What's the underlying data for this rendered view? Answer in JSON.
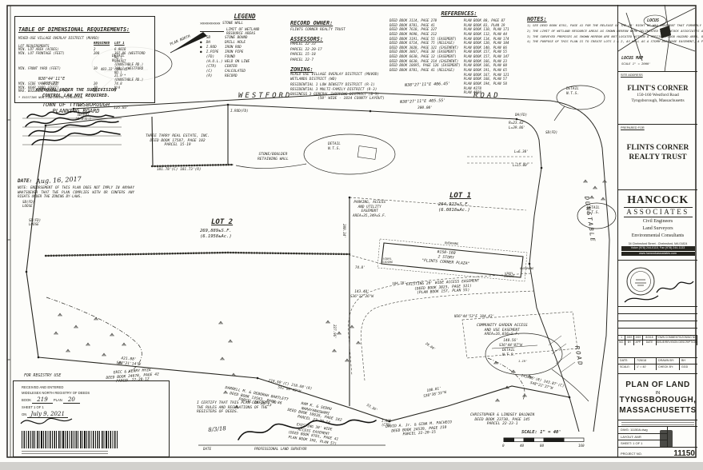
{
  "dim_table": {
    "title": "TABLE OF DIMENSIONAL REQUIREMENTS:",
    "subtitle": "MIXED-USE VILLAGE OVERLAY DISTRICT (MUVOD)",
    "col_required": "REQUIRED",
    "col_lot1": "LOT 1",
    "rows": [
      [
        "LOT REQUIREMENTS",
        "",
        ""
      ],
      [
        "MIN. LOT AREA (ACRES)",
        "2",
        "6.0818"
      ],
      [
        "MIN. LOT FRONTAGE (FEET)",
        "200",
        "397.06 (WESTFORD RD.)"
      ],
      [
        "",
        "",
        "599.17 (DUNSTABLE RD.)"
      ],
      [
        "MIN. FRONT YARD (FEET)",
        "30",
        "260.1 (WESTFORD RD.)"
      ],
      [
        "",
        "",
        "21.9'* (DUNSTABLE RD.)"
      ],
      [
        "MIN. SIDE YARD (FEET)",
        "20",
        "74.8"
      ],
      [
        "MIN. REAR YARD (FEET)",
        "30",
        "N/A"
      ],
      [
        "MAX. BUILDING COVERAGE (%)",
        "25",
        "7"
      ]
    ],
    "footnote": "* EXISTING NON-CONFORMING DIMENSION"
  },
  "approval": {
    "title": "APPROVAL UNDER THE SUBDIVISION\nCONTROL LAW NOT REQUIRED.",
    "board": "TOWN OF TYNGSBOROUGH\nPLANNING BOARD",
    "date_label": "DATE:",
    "date_value": "Aug. 16, 2017",
    "note": "NOTE: ENDORSEMENT OF THIS PLAN DOES NOT IMPLY IN ANYWAY WHATSOEVER THAT THE PLAN COMPLIES WITH OR CONFERS ANY RIGHTS UNDER THE ZONING BY-LAWS."
  },
  "legend": {
    "title": "LEGEND",
    "stone_wall": "STONE WALL",
    "wetland": "LIMIT OF WETLAND\nRESOURCE AREAS",
    "items": [
      "●  SB       STONE BOUND",
      "●  DH       DRILL HOLE",
      "●  I.ROD    IRON ROD",
      "●  I.PIPE   IRON PIPE",
      "   (FD)     FOUND",
      "   (H.O.L.) HELD ON LINE",
      "   (CTR)    CENTER",
      "   (C)      CALCULATED",
      "   (R)      RECORD"
    ]
  },
  "record_owner": {
    "title": "RECORD OWNER:",
    "name": "FLINTS CORNER REALTY TRUST"
  },
  "assessors": {
    "title": "ASSESSORS:",
    "items": [
      "PARCEL 22-33",
      "PARCEL 22-20-17",
      "PARCEL 15-18",
      "PARCEL 22-7"
    ]
  },
  "zoning": {
    "title": "ZONING:",
    "items": [
      "MIXED-USE VILLAGE OVERLAY DISTRICT (MUVOD)",
      "WETLANDS DISTRICT (WD)",
      "RESIDENTIAL 1 LOW DENSITY DISTRICT (R-1)",
      "RESIDENTIAL 3 MULTI-FAMILY DISTRICT (R-3)",
      "BUSINESS 3 GENERAL SHOPPING DISTRICT (B-3)"
    ]
  },
  "references": {
    "title": "REFERENCES:",
    "col1": [
      "DEED BOOK 3114, PAGE 270",
      "DEED BOOK 8701, PAGE 41",
      "DEED BOOK 7618, PAGE 227",
      "DEED BOOK 9698, PAGE 212",
      "DEED BOOK 3191, PAGE 55 (EASEMENT)",
      "DEED BOOK 6714, PAGE 75 (RELEASE)",
      "DEED BOOK 3828, PAGE 321 (EASEMENT)",
      "DEED BOOK 3867, PAGE 38 (EASEMENT)",
      "DEED BOOK 6630, PAGE 12 (EASEMENT)",
      "DEED BOOK 6630, PAGE 214 (EASEMENT)",
      "DEED BOOK 18695, PAGE 126 (EASEMENT)",
      "DEED BOOK 8701, PAGE 41 (RELEASE)"
    ],
    "col2": [
      "PLAN BOOK 80, PAGE 87",
      "PLAN BOOK 83, PLAN 19",
      "PLAN BOOK 110, PLAN 171",
      "PLAN BOOK 112, PLAN 44",
      "PLAN BOOK 114, PLAN 174",
      "PLAN BOOK 120, PLAN 104",
      "PLAN BOOK 140, PLAN 86",
      "PLAN BOOK 157, PLAN 55",
      "PLAN BOOK 157, PLAN 147",
      "PLAN BOOK 166, PLAN 23",
      "PLAN BOOK 166, PLAN 80",
      "PLAN BOOK 191, PLAN 65",
      "PLAN BOOK 167, PLAN 121",
      "PLAN BOOK 168, PLAN 57",
      "PLAN BOOK 194, PLAN 58",
      "PLAN #278",
      "PLAN #580"
    ]
  },
  "notes": {
    "title": "NOTES:",
    "items": [
      "1) SEE DEED BOOK 8701, PAGE 41 FOR THE RELEASE OF THE 40' RIGHT OF WAY EASEMENT THAT FORMERLY RAN ACROSS LOT 2.",
      "2) THE LIMIT OF WETLAND RESOURCE AREAS AS SHOWN HEREON WERE DELINEATED BY HANCOCK ASSOCIATES AND LOCATED BY AN ON-THE-GROUND INSTRUMENT SURVEY IN JUNE OF 2017.",
      "3) THE SURVEYED PREMISES AS SHOWN HEREON ARE NOT LOCATED WITHIN A SPECIAL FLOOD HAZARD AREA, OR OTHER FLOOD AREA, AS SHOWN ON FEMA NATIONAL FLOOD INSURANCE PROGRAM (NFIP) FLOOD INSURANCE RATE MAP (FIRM) NUMBER 25017C0756E, HAVING AN EFFECTIVE DATE OF JUNE 4, 2015.",
      "4) THE PURPOSE OF THIS PLAN IS TO CREATE LOTS 1 & 2, AS WELL AS A STORM DRAINAGE EASEMENT, A PARKING, ACCESS AND UTILITY EASEMENT, AND A COMMUNITY GARDEN ACCESS AND USE EASEMENT, ALL AS SHOWN HEREON."
    ]
  },
  "map": {
    "plan_north": "PLAN NORTH",
    "westford": "WESTFORD",
    "westford_width": "(50' WIDE - 1834 COUNTY LAYOUT)",
    "road_a": "ROAD",
    "dunstable": "DUNSTABLE",
    "road_b": "ROAD",
    "brg_nw": "N38°44'11\"E\n483.22'",
    "brg_road_top": "N38°27'11\"E   406.45'",
    "brg_frontage": "N38°27'11\"E   405.55'",
    "dist_300": "300.00'",
    "dist_125": "125.03'",
    "sb_hol": "SB(FD)\n(H.O.L.)",
    "irod_fd": "I.ROD(FD)",
    "three_tarry": "THREE TARRY REAL ESTATE, INC.\nDEED BOOK 17587, PAGE 102\nPARCEL 15-19",
    "retaining_wall": "STONE/BOULDER\nRETAINING WALL",
    "wall_dist": "181.78'(C)   181.73'(R)",
    "lot2_title": "LOT 2",
    "lot2_area": "269,889±S.F.\n(6.1958±Ac.)",
    "lot1_title": "LOT 1",
    "lot1_area": "264,923±S.F.\n(6.0818±Ac.)",
    "parking_easement": "PARKING, ACCESS\nAND UTILITY\nEASEMENT\nAREA=35,349±S.F.",
    "building": "#150-160\n2 STORY\n\"FLINTS CORNER PLAZA\"",
    "overhang": "OVERHANG",
    "vinyl": "VINYL\nSIDING",
    "access_20": "EXISTING 20' WIDE ACCESS EASEMENT\n(DEED BOOK 3823, PAGE 321)\n(PLAN BOOK 157, PLAN 55)",
    "community": "COMMUNITY GARDEN ACCESS\nAND USE EASEMENT\nAREA=16,036±S.F.",
    "access_30": "EXISTING 30' WIDE\nACCESS EASEMENT\n(DEED BOOK 8701, PAGE 41\nPLAN BOOK 198, PLAN 57)",
    "eric": "ERIC & KERRY MYZA\nDEED BOOK 24678, PAGE 42\nPARCEL 22-20-12",
    "darrell": "DARRELL M. & DEBORAH BARTLETT\nDEED BOOK 13563, PAGE 86\nPARCEL 22-20-13",
    "ram": "RAM K. & SEDHU\nNARAYANASWAMI\nDEED BOOK 10938, PAGE 182\nPARCEL 22-20-14",
    "david": "DAVID A. Jr. & GINA M. PACHECO\nDEED BOOK 24539, PAGE 210\nPARCEL 22-20-15",
    "christopher": "CHRISTOPHER & LINDSEY BALDWIN\nDEED BOOK 23730, PAGE 145\nPARCEL 22-23-1",
    "sb_loose": "SB(FD)\nLOOSE",
    "sb_fd": "SB(FD)",
    "dh_fd": "DH(FD)",
    "r_curve": "R=23.42'\nL=39.86'",
    "l_630": "L=6.30'",
    "l_1500": "L=15.00'",
    "d_2803": "280.34'",
    "d_2279": "227.96'",
    "d_748": "74.8'",
    "d_10478": "104.78'",
    "d_2800": "28.00'",
    "d_119": "1.19'",
    "brg_14348": "143.48'\nS36°12'26\"W",
    "brg_18443": "N36°44'53\"E  184.43'",
    "brg_14056": "140.56'\nS36°44'07\"W",
    "brg_42188": "421.88'\nS43°21'14\"W",
    "brg_21950": "219.50'(C)  218.88'(R)\nS52°06'49\"W",
    "d_5336": "53.36'",
    "brg_10801": "108.01'\nS38°38'33\"W",
    "brg_14306": "143.06'(R)  143.87'(C)\nS48°22'37\"W",
    "irod_ctr": "I.ROD\n(CTR)",
    "detail_nts": "DETAIL\nN.T.S.",
    "bubble1_dims": "483.22'    408.45'"
  },
  "registry": {
    "title": "FOR REGISTRY USE",
    "l1": "RECEIVED AND ENTERED",
    "l2": "MIDDLESEX NORTH REGISTRY OF DEEDS",
    "book_label": "BOOK",
    "book": "219",
    "plan_label": "PLAN",
    "plan": "20",
    "sheet": "SHEET 1 OF 1",
    "on_label": "ON",
    "date": "July 9, 2021"
  },
  "cert": {
    "text": "I CERTIFY THAT THIS PLAN CONFORMS TO\nTHE RULES AND REGULATIONS OF THE\nREGISTERS OF DEEDS.",
    "date": "8/3/18",
    "date_label": "DATE",
    "surveyor_label": "PROFESSIONAL LAND SURVEYOR"
  },
  "scalebar": {
    "label": "SCALE: 1\" = 40'",
    "t0": "0",
    "t1": "40",
    "t2": "80",
    "t3": "160"
  },
  "sidebar": {
    "locus": {
      "label": "LOCUS",
      "title": "LOCUS MAP",
      "scale": "SCALE 1\" = 2000'"
    },
    "site": {
      "header": "SITE ADDRESS",
      "name": "FLINT'S CORNER",
      "addr1": "150-160 Westford Road",
      "addr2": "Tyngsborough, Massachusetts"
    },
    "prepared": {
      "header": "PREPARED FOR",
      "name1": "FLINTS CORNER",
      "name2": "REALTY TRUST"
    },
    "firm": {
      "name1": "HANCOCK",
      "name2": "ASSOCIATES",
      "s1": "Civil Engineers",
      "s2": "Land Surveyors",
      "s3": "Environmental Consultants",
      "addr": "34 Chelmsford Street - Chelmsford, MA 01824",
      "phone": "Voice (978) 244-0110, Fax (978) 244-1133",
      "web": "www.hancockassociates.com"
    },
    "revisions": {
      "cols": [
        "NO.",
        "BY",
        "APP.",
        "DATE",
        "ISSUE/REVISION DESCRIPTION"
      ],
      "row": [
        "1",
        "DSS",
        "DSS",
        "8/3/18",
        "TOWN COMMENTS/ZONING NOTE"
      ]
    },
    "meta": {
      "date_label": "DATE:",
      "date": "7/26/18",
      "drawn_label": "DRAWN BY:",
      "drawn": "BH",
      "scale_label": "SCALE:",
      "scale": "1\" = 40'",
      "check_label": "CHECK BY:",
      "check": "GGD"
    },
    "title": {
      "l1": "PLAN OF LAND",
      "l2": "IN",
      "l3": "TYNGSBOROUGH,",
      "l4": "MASSACHUSETTS"
    },
    "files": {
      "dwg": "DWG: 11150A.dwg",
      "layout": "LAYOUT: ANR",
      "sheet": "SHEET: 1 OF 1",
      "project_label": "PROJECT NO.",
      "project": "11150"
    }
  }
}
